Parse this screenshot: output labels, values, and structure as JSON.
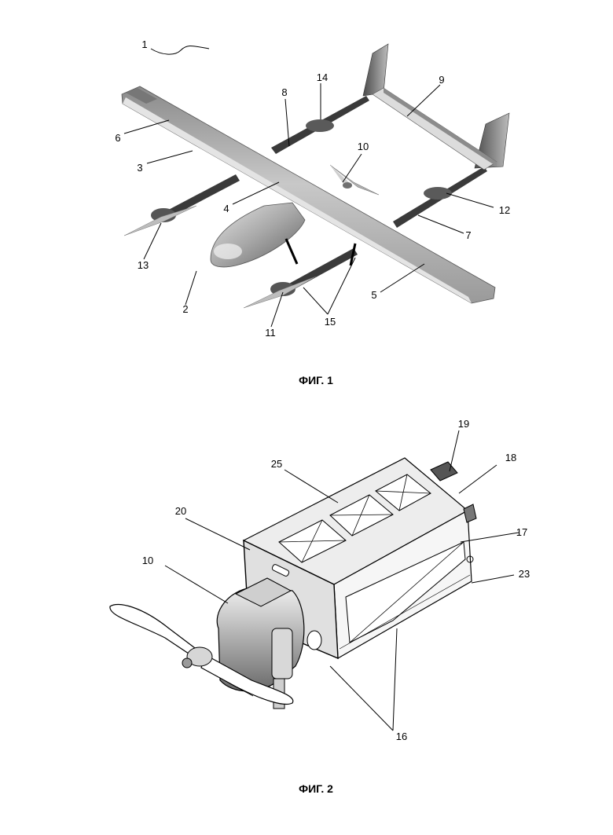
{
  "fig1": {
    "caption": "ФИГ. 1",
    "labels": [
      "1",
      "2",
      "3",
      "4",
      "5",
      "6",
      "7",
      "8",
      "9",
      "10",
      "11",
      "12",
      "13",
      "14",
      "15"
    ]
  },
  "fig2": {
    "caption": "ФИГ. 2",
    "labels": [
      "10",
      "16",
      "17",
      "18",
      "19",
      "20",
      "23",
      "25"
    ]
  }
}
